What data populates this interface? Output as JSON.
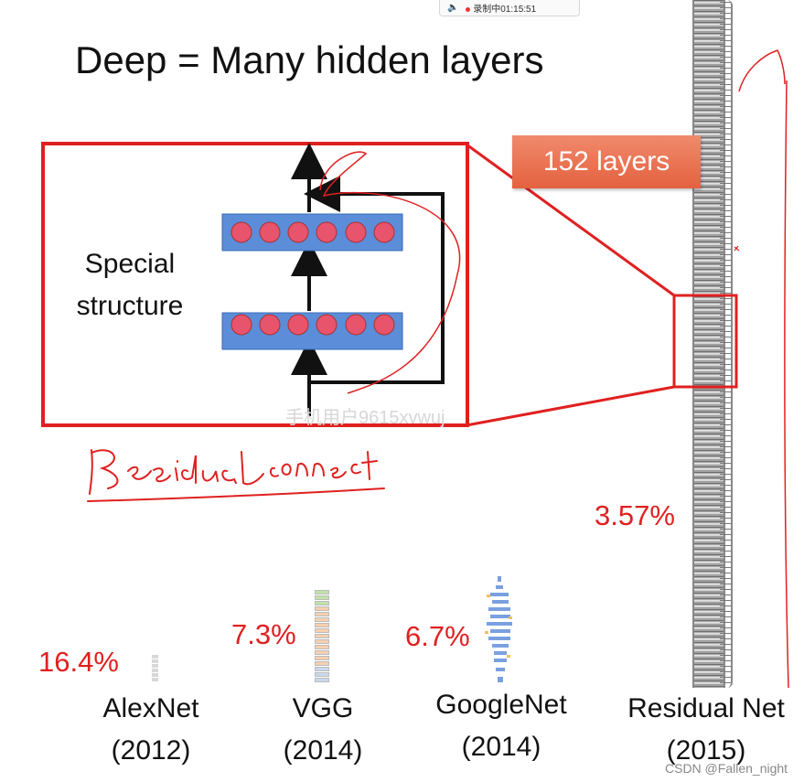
{
  "recording": {
    "text": "录制中01:15:51",
    "speaker_icon": "speaker-icon"
  },
  "title": "Deep = Many hidden layers",
  "special_structure": {
    "label_line1": "Special",
    "label_line2": "structure"
  },
  "layers_badge": "152 layers",
  "annotation_handwritten": "Residual connect",
  "watermark": "手机用户9615xvwuj",
  "models": [
    {
      "name": "AlexNet",
      "year": "(2012)",
      "error": "16.4%"
    },
    {
      "name": "VGG",
      "year": "(2014)",
      "error": "7.3%"
    },
    {
      "name": "GoogleNet",
      "year": "(2014)",
      "error": "6.7%"
    },
    {
      "name": "Residual Net",
      "year": "(2015)",
      "error": "3.57%"
    }
  ],
  "credit": "CSDN @Fallen_night",
  "colors": {
    "highlight_red": "#e02020",
    "layer_blue": "#5b8dd9",
    "neuron_pink": "#e8546b",
    "badge_orange": "#ea7152"
  }
}
